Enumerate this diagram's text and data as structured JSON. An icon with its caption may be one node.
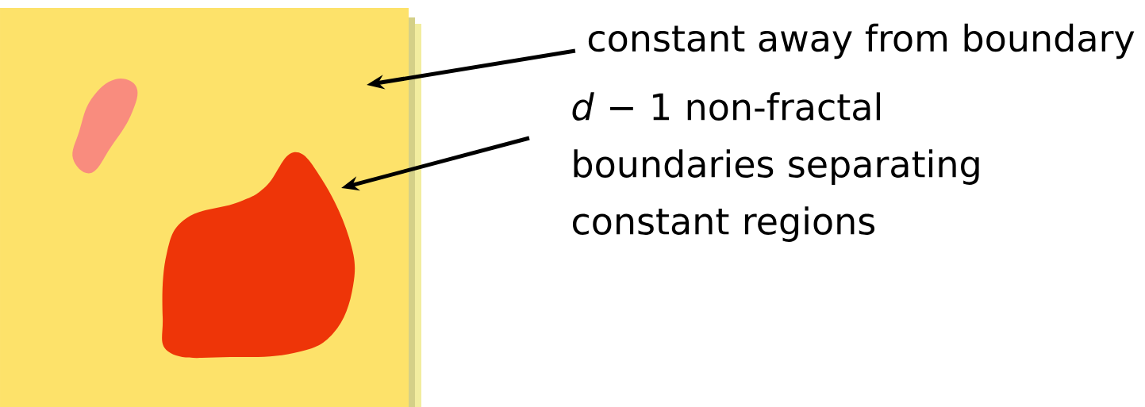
{
  "diagram": {
    "nodes": [
      {
        "text": [],
        "shape": "box"
      },
      {
        "text": [],
        "shape": "blob",
        "in": 0
      },
      {
        "text": [
          "constant away from boundary"
        ]
      },
      {
        "text": [
          "*d* − 1 non-fractal boundaries separating constant regions"
        ]
      }
    ],
    "edges": [
      {
        "from": 2,
        "to": 0,
        "arrow": "to"
      },
      {
        "from": 3,
        "to": 1,
        "arrow": "to"
      }
    ]
  }
}
